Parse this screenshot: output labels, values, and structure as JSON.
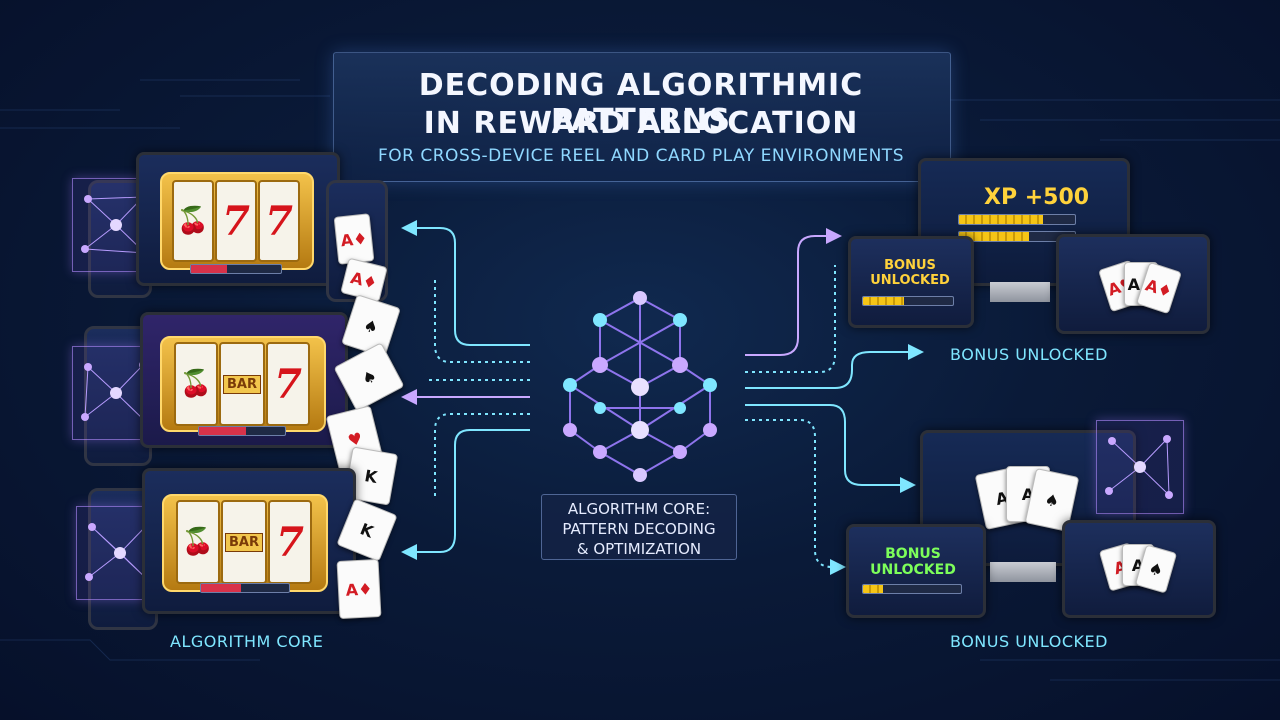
{
  "header": {
    "title_line1": "DECODING ALGORITHMIC PATTERNS",
    "title_line2": "IN REWARD ALLOCATION",
    "subtitle": "FOR CROSS-DEVICE REEL AND CARD PLAY ENVIRONMENTS"
  },
  "core": {
    "line1": "ALGORITHM CORE:",
    "line2": "PATTERN DECODING",
    "line3": "& OPTIMIZATION"
  },
  "left_label": "ALGORITHM CORE",
  "right": {
    "xp_text": "XP +500",
    "bonus_small": "BONUS UNLOCKED",
    "bonus_label_mid": "BONUS UNLOCKED",
    "bonus_green": "BONUS UNLOCKED",
    "bonus_label_bottom": "BONUS UNLOCKED"
  },
  "slots": {
    "bar_text": "BAR"
  },
  "colors": {
    "accent_cyan": "#7fe6ff",
    "accent_purple": "#b78cff",
    "reward_gold": "#ffd23b",
    "bonus_green": "#7dff5a"
  },
  "progress": {
    "xp_fill": 0.72,
    "bonus_small_fill": 0.45,
    "bonus_green_fill": 0.2
  }
}
